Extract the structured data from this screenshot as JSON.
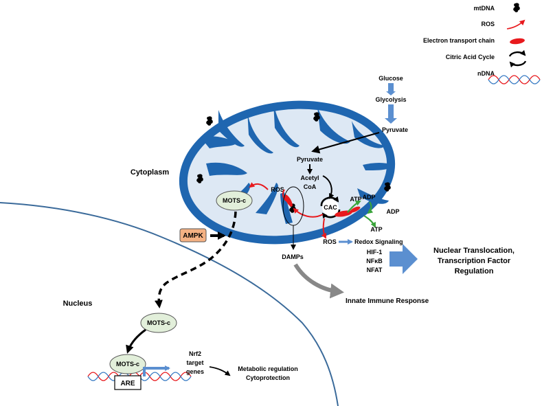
{
  "legend": {
    "mtdna": "mtDNA",
    "ros": "ROS",
    "etc": "Electron transport chain",
    "cac": "Citric Acid Cycle",
    "ndna": "nDNA"
  },
  "regions": {
    "cytoplasm": "Cytoplasm",
    "nucleus": "Nucleus"
  },
  "glycolysis": {
    "glucose": "Glucose",
    "glycolysis": "Glycolysis",
    "pyruvate_outer": "Pyruvate"
  },
  "mito": {
    "pyruvate": "Pyruvate",
    "acetyl_line1": "Acetyl",
    "acetyl_line2": "CoA",
    "cac": "CAC",
    "ros_left": "ROS",
    "atp_inner": "ATP",
    "adp_inner": "ADP",
    "adp_outer": "ADP",
    "atp_outer": "ATP",
    "mots_c": "MOTS-c"
  },
  "signaling": {
    "ros": "ROS",
    "redox": "Redox Signaling",
    "hif1": "HIF-1",
    "nfkb": "NFκB",
    "nfat": "NFAT",
    "nuclear_line1": "Nuclear Translocation,",
    "nuclear_line2": "Transcription Factor",
    "nuclear_line3": "Regulation",
    "damps": "DAMPs",
    "innate": "Innate Immune Response"
  },
  "nucleus": {
    "ampk": "AMPK",
    "mots_c_mid": "MOTS-c",
    "mots_c_bound": "MOTS-c",
    "are": "ARE",
    "nrf2_line1": "Nrf2",
    "nrf2_line2": "target",
    "nrf2_line3": "genes",
    "metabolic_line1": "Metabolic regulation",
    "metabolic_line2": "Cytoprotection"
  },
  "colors": {
    "mito_outer": "#1f66b0",
    "mito_matrix": "#dde8f4",
    "nucleus_line": "#3a6a9a",
    "ros_red": "#e8191d",
    "atp_green": "#3aa43a",
    "mots_fill": "#e2efda",
    "ampk_fill": "#f4b183",
    "blue_arrow": "#5b8fd0",
    "gray_arrow": "#888888"
  }
}
